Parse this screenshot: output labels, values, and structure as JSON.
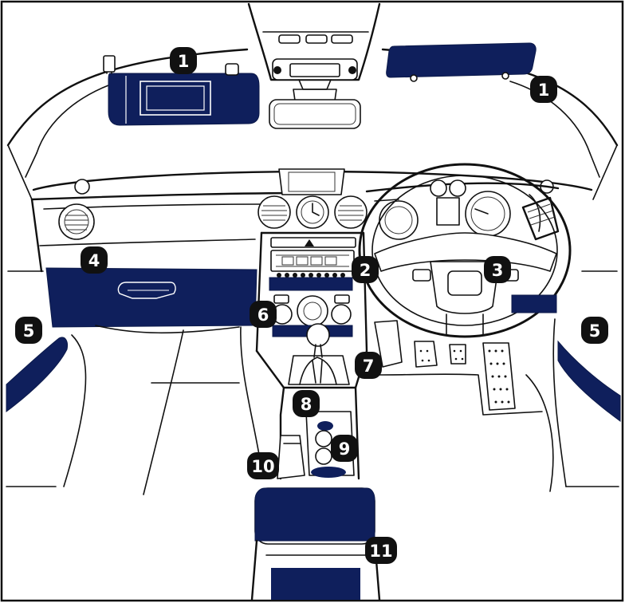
{
  "colors": {
    "storage_fill": "#0f1f5c",
    "badge_fill": "#111111",
    "badge_text": "#ffffff",
    "line": "#111111",
    "background": "#ffffff"
  },
  "callouts": [
    {
      "id": "sun-visor-left",
      "label": "1"
    },
    {
      "id": "sun-visor-right",
      "label": "1"
    },
    {
      "id": "dashboard-center-tray",
      "label": "2"
    },
    {
      "id": "driver-side-compartment",
      "label": "3"
    },
    {
      "id": "glove-box",
      "label": "4"
    },
    {
      "id": "door-pocket-left",
      "label": "5"
    },
    {
      "id": "door-pocket-right",
      "label": "5"
    },
    {
      "id": "console-lower-tray",
      "label": "6"
    },
    {
      "id": "footwell-storage",
      "label": "7"
    },
    {
      "id": "console-storage-8",
      "label": "8"
    },
    {
      "id": "cup-holders",
      "label": "9"
    },
    {
      "id": "console-storage-10",
      "label": "10"
    },
    {
      "id": "armrest-box",
      "label": "11"
    }
  ]
}
